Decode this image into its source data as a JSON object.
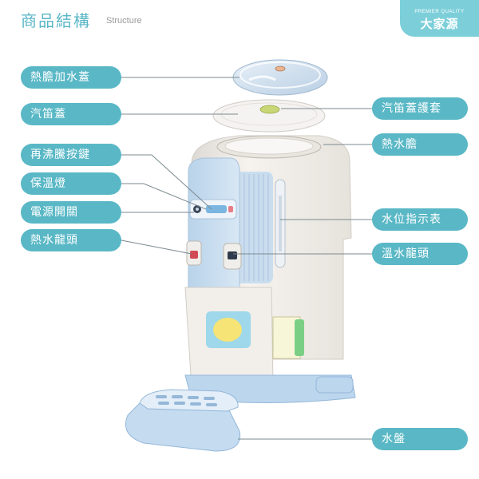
{
  "header": {
    "title": "商品結構",
    "subtitle": "Structure"
  },
  "brand": {
    "tagline": "PREMIER QUALITY",
    "name": "大家源"
  },
  "labels_left": [
    "熱膽加水蓋",
    "汽笛蓋",
    "再沸騰按鍵",
    "保溫燈",
    "電源開關",
    "熱水龍頭"
  ],
  "labels_right": [
    "汽笛蓋護套",
    "熱水膽",
    "水位指示表",
    "溫水龍頭",
    "水盤"
  ],
  "colors": {
    "accent": "#5ab8c6",
    "body": "#f1ede8",
    "panel": "#c6dcf0",
    "base": "#b8d4ec"
  }
}
